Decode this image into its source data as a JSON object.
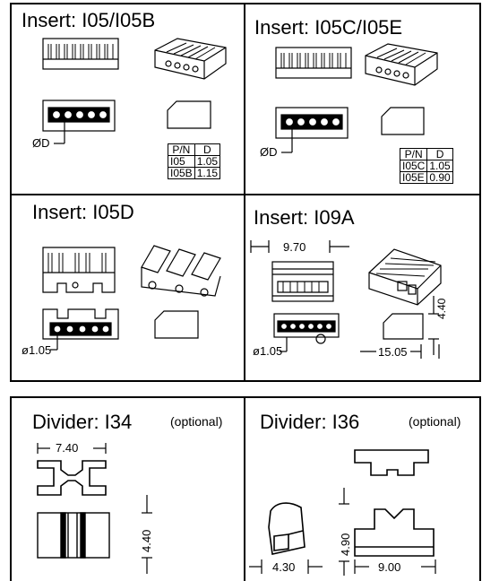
{
  "panels": {
    "i05": {
      "title": "Insert: I05/I05B",
      "dia_label": "ØD",
      "table": {
        "headers": [
          "P/N",
          "D"
        ],
        "rows": [
          [
            "I05",
            "1.05"
          ],
          [
            "I05B",
            "1.15"
          ]
        ]
      }
    },
    "i05c": {
      "title": "Insert: I05C/I05E",
      "dia_label": "ØD",
      "table": {
        "headers": [
          "P/N",
          "D"
        ],
        "rows": [
          [
            "I05C",
            "1.05"
          ],
          [
            "I05E",
            "0.90"
          ]
        ]
      }
    },
    "i05d": {
      "title": "Insert: I05D",
      "dia_label": "ø1.05"
    },
    "i09a": {
      "title": "Insert: I09A",
      "width_dim": "9.70",
      "height_dim": "4.40",
      "depth_dim": "15.05",
      "dia_label": "ø1.05"
    },
    "i34": {
      "title": "Divider: I34",
      "optional": "(optional)",
      "width_dim": "7.40",
      "height_dim": "4.40"
    },
    "i36": {
      "title": "Divider: I36",
      "optional": "(optional)",
      "height_dim": "4.90",
      "small_dim": "4.30",
      "width_dim": "9.00"
    }
  }
}
